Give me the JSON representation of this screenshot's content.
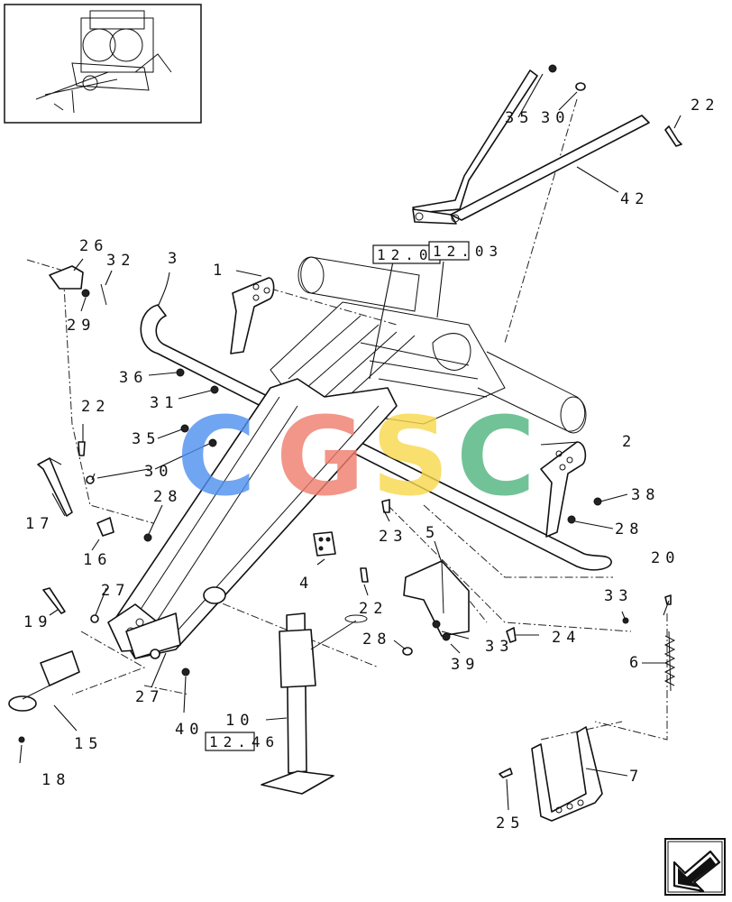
{
  "thumbnail": {
    "icon": "baler-thumbnail-icon"
  },
  "watermark": {
    "letters": [
      {
        "char": "C",
        "color": "#4d8ff0"
      },
      {
        "char": "G",
        "color": "#f07c6c"
      },
      {
        "char": "S",
        "color": "#f8d84a"
      },
      {
        "char": "C",
        "color": "#4fb47e"
      }
    ]
  },
  "refs": [
    {
      "text": "12.01"
    },
    {
      "text": "12.03"
    },
    {
      "text": "12.46"
    }
  ],
  "callouts": [
    {
      "text": "1"
    },
    {
      "text": "2"
    },
    {
      "text": "3"
    },
    {
      "text": "4"
    },
    {
      "text": "5"
    },
    {
      "text": "6"
    },
    {
      "text": "7"
    },
    {
      "text": "10"
    },
    {
      "text": "15"
    },
    {
      "text": "16"
    },
    {
      "text": "17"
    },
    {
      "text": "18"
    },
    {
      "text": "19"
    },
    {
      "text": "20"
    },
    {
      "text": "22"
    },
    {
      "text": "22"
    },
    {
      "text": "22"
    },
    {
      "text": "23"
    },
    {
      "text": "24"
    },
    {
      "text": "25"
    },
    {
      "text": "26"
    },
    {
      "text": "27"
    },
    {
      "text": "27"
    },
    {
      "text": "28"
    },
    {
      "text": "28"
    },
    {
      "text": "28"
    },
    {
      "text": "29"
    },
    {
      "text": "30"
    },
    {
      "text": "30"
    },
    {
      "text": "31"
    },
    {
      "text": "32"
    },
    {
      "text": "33"
    },
    {
      "text": "33"
    },
    {
      "text": "35"
    },
    {
      "text": "35"
    },
    {
      "text": "36"
    },
    {
      "text": "38"
    },
    {
      "text": "39"
    },
    {
      "text": "40"
    },
    {
      "text": "42"
    }
  ],
  "nav": {
    "icon": "next-page-arrow-icon"
  }
}
